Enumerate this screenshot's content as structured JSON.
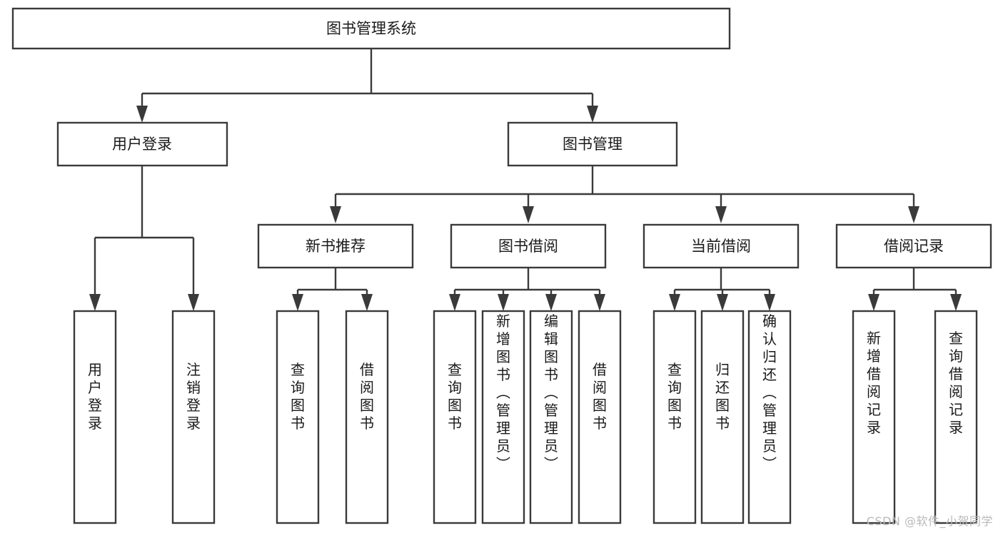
{
  "diagram": {
    "type": "tree-hierarchy-chart",
    "title_node": "图书管理系统",
    "watermark": "CSDN @软件_小贺同学",
    "colors": {
      "box_fill": "#ffffff",
      "box_stroke": "#3a3a3a",
      "text": "#1a1a1a",
      "watermark": "#b9b9b9",
      "background": "#ffffff"
    },
    "levels": [
      {
        "level": 1,
        "nodes": [
          {
            "id": "root",
            "label": "图书管理系统",
            "orientation": "horizontal"
          }
        ]
      },
      {
        "level": 2,
        "nodes": [
          {
            "id": "login",
            "label": "用户登录",
            "orientation": "horizontal",
            "parent": "root"
          },
          {
            "id": "bookmgmt",
            "label": "图书管理",
            "orientation": "horizontal",
            "parent": "root"
          }
        ]
      },
      {
        "level": 3,
        "nodes": [
          {
            "id": "newbook",
            "label": "新书推荐",
            "orientation": "horizontal",
            "parent": "bookmgmt"
          },
          {
            "id": "borrow",
            "label": "图书借阅",
            "orientation": "horizontal",
            "parent": "bookmgmt"
          },
          {
            "id": "current",
            "label": "当前借阅",
            "orientation": "horizontal",
            "parent": "bookmgmt"
          },
          {
            "id": "record",
            "label": "借阅记录",
            "orientation": "horizontal",
            "parent": "bookmgmt"
          }
        ]
      },
      {
        "level": 4,
        "nodes": [
          {
            "id": "leaf-1",
            "label": "用户登录",
            "orientation": "vertical",
            "parent": "login"
          },
          {
            "id": "leaf-2",
            "label": "注销登录",
            "orientation": "vertical",
            "parent": "login"
          },
          {
            "id": "leaf-3",
            "label": "查询图书",
            "orientation": "vertical",
            "parent": "newbook"
          },
          {
            "id": "leaf-4",
            "label": "借阅图书",
            "orientation": "vertical",
            "parent": "newbook"
          },
          {
            "id": "leaf-5",
            "label": "查询图书",
            "orientation": "vertical",
            "parent": "borrow"
          },
          {
            "id": "leaf-6",
            "label": "新增图书（管理员）",
            "orientation": "vertical",
            "parent": "borrow"
          },
          {
            "id": "leaf-7",
            "label": "编辑图书（管理员）",
            "orientation": "vertical",
            "parent": "borrow"
          },
          {
            "id": "leaf-8",
            "label": "借阅图书",
            "orientation": "vertical",
            "parent": "borrow"
          },
          {
            "id": "leaf-9",
            "label": "查询图书",
            "orientation": "vertical",
            "parent": "current"
          },
          {
            "id": "leaf-10",
            "label": "归还图书",
            "orientation": "vertical",
            "parent": "current"
          },
          {
            "id": "leaf-11",
            "label": "确认归还（管理员）",
            "orientation": "vertical",
            "parent": "current"
          },
          {
            "id": "leaf-12",
            "label": "新增借阅记录",
            "orientation": "vertical",
            "parent": "record"
          },
          {
            "id": "leaf-13",
            "label": "查询借阅记录",
            "orientation": "vertical",
            "parent": "record"
          }
        ]
      }
    ]
  }
}
